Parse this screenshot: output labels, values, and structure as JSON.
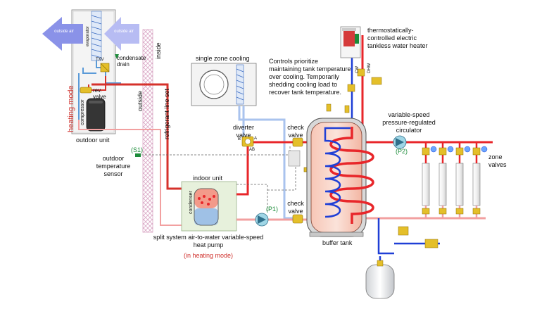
{
  "labels": {
    "outside_air_left": "outside air",
    "outside_air_right": "outside air",
    "evaporator": "evaporator",
    "txv": "TXV",
    "condensate_drain": "condensate drain",
    "rev_valve": "rev. valve",
    "compressor": "compressor",
    "heating_mode": "heating mode",
    "outdoor_unit": "outdoor unit",
    "inside": "inside",
    "outside": "outside",
    "refrigerant_line_set": "refrigerant line set",
    "s1": "(S1)",
    "outdoor_sensor": "outdoor temperature sensor",
    "single_zone_cooling": "single zone cooling",
    "controls_note": "Controls prioritize maintaining tank temperature over cooling. Temporarily shedding cooling load to recover tank temperature.",
    "diverter_valve": "diverter valve",
    "port_a": "A",
    "port_b": "B",
    "port_ab": "AB",
    "check_valve_top": "check valve",
    "check_valve_bottom": "check valve",
    "indoor_unit": "indoor unit",
    "condenser": "condenser",
    "p1": "(P1)",
    "heat_pump_caption": "split system air-to-water variable-speed heat pump",
    "heating_mode_note": "(in heating mode)",
    "water_heater_note": "thermostatically-controlled electric tankless water heater",
    "dhw": "DHW",
    "cw": "CW",
    "circulator_note": "variable-speed pressure-regulated circulator",
    "p2": "(P2)",
    "zone_valves": "zone valves",
    "buffer_tank": "buffer tank"
  },
  "colors": {
    "hot_water": "#e8262a",
    "return_water": "#f2a0a0",
    "cold_water": "#1f3fd6",
    "cooling_line": "#a9c3ee",
    "refrigerant_hot": "#d6312b",
    "refrigerant_cool": "#5a9ad8",
    "valve_brass": "#e4bf2a",
    "line_set_pink": "#d9a6c4",
    "arrow_blue": "#8a92e8",
    "label_red": "#d0312d",
    "label_green": "#1c8c3a"
  }
}
